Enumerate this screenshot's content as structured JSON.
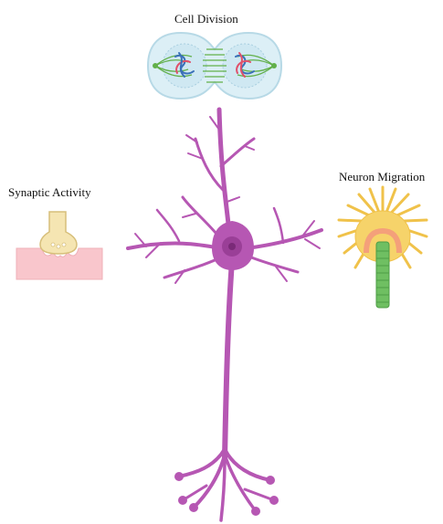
{
  "labels": {
    "cell_division": "Cell Division",
    "synaptic_activity": "Synaptic Activity",
    "neuron_migration": "Neuron Migration"
  },
  "colors": {
    "neuron_body": "#b657b3",
    "neuron_nucleus": "#8a2f89",
    "cell_fill": "#dceff6",
    "cell_inner": "#cfe8f2",
    "cell_outline": "#b7d9e6",
    "spindle": "#62b04a",
    "chromosome_blue": "#3a70b8",
    "chromosome_red": "#e0506a",
    "synapse_terminal": "#f5e5b2",
    "synapse_outline": "#d7bf7a",
    "synapse_post": "#f9c6cc",
    "migration_body": "#f6d36a",
    "migration_inner": "#f4a07a",
    "migration_fiber": "#6fbf62"
  }
}
